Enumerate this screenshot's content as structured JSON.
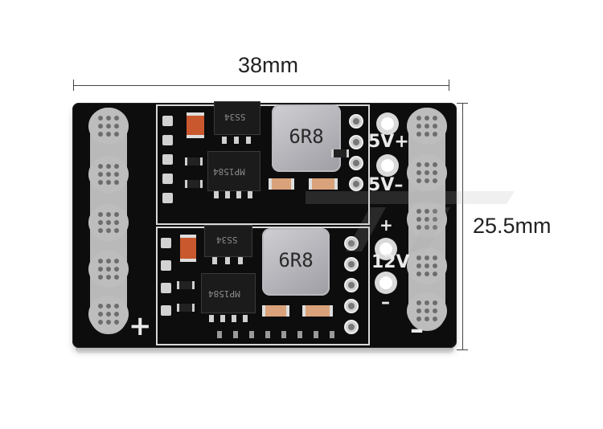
{
  "dimensions": {
    "width_label": "38mm",
    "height_label": "25.5mm"
  },
  "board": {
    "outputs_top": {
      "positive_label": "5V+",
      "negative_label": "5V–"
    },
    "outputs_bottom": {
      "plus_label": "+",
      "voltage_label": "12V",
      "minus_label": "–"
    },
    "input_left_label": "+",
    "input_right_label": "–",
    "inductor_top_label": "6R8",
    "inductor_bottom_label": "6R8",
    "diode_top_label": "SS34",
    "diode_bottom_label": "SS34",
    "ic_top_label": "MP1584",
    "ic_bottom_label": "MP1584",
    "colors": {
      "pcb": "#0d0d0e",
      "silkscreen": "#eaeaea",
      "pads": "#bdbdbd",
      "inductor": "#b5b5ba"
    }
  }
}
